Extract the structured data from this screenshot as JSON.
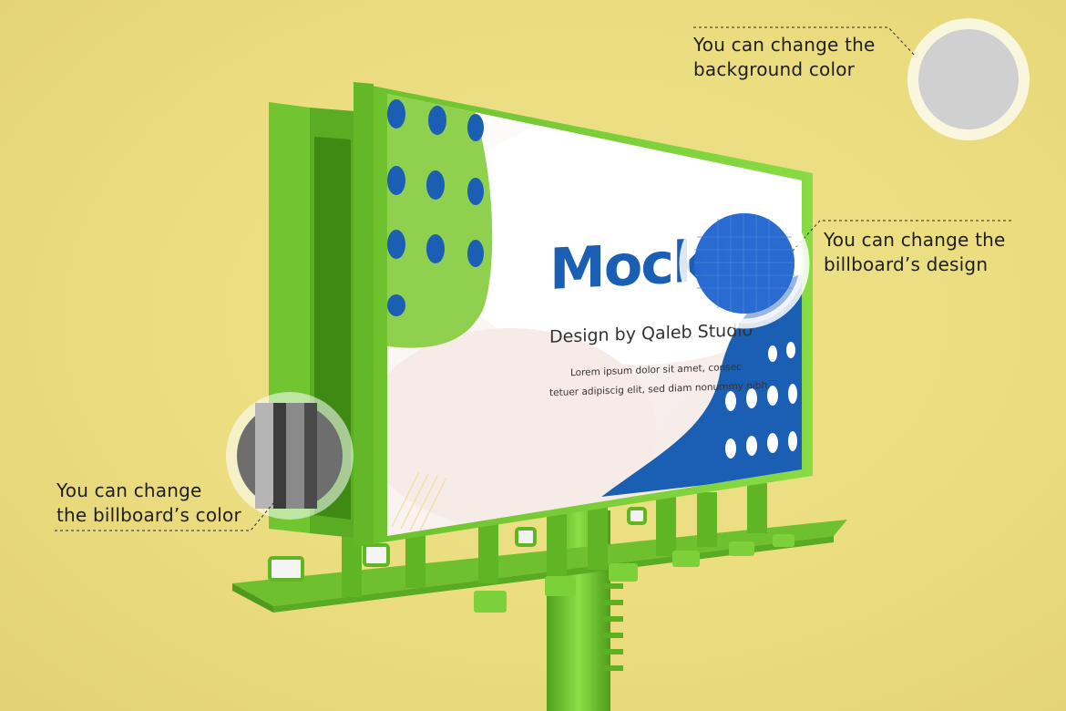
{
  "callouts": {
    "background": {
      "line1": "You can change the",
      "line2": "background color"
    },
    "design": {
      "line1": "You can change the",
      "line2": "billboard’s design"
    },
    "color": {
      "line1": "You can change",
      "line2": "the billboard’s color"
    }
  },
  "billboard": {
    "headline": "MockUp",
    "subtitle": "Design by Qaleb Studio",
    "body_line1": "Lorem ipsum dolor sit amet, consec",
    "body_line2": "tetuer adipiscig elit, sed diam nonummy nibh."
  },
  "colors": {
    "background": "#ecdf82",
    "frame_green": "#7fd33a",
    "design_blue": "#1a5fb4",
    "design_green": "#8fd14f",
    "panel_pink": "#f6ece9",
    "swatch_gray": "#d0d0d0"
  }
}
